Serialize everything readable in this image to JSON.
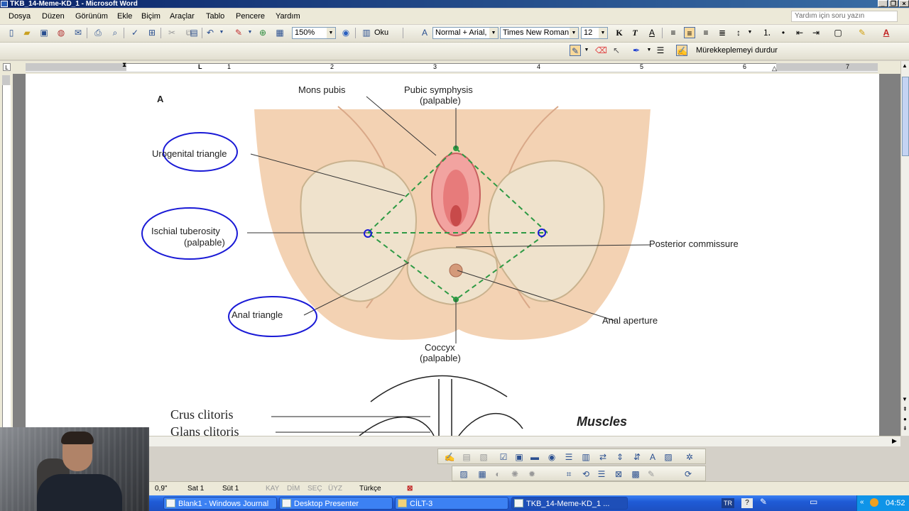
{
  "window": {
    "title": "TKB_14-Meme-KD_1 - Microsoft Word"
  },
  "menu": {
    "items": [
      "Dosya",
      "Düzen",
      "Görünüm",
      "Ekle",
      "Biçim",
      "Araçlar",
      "Tablo",
      "Pencere",
      "Yardım"
    ],
    "help_placeholder": "Yardım için soru yazın"
  },
  "toolbar": {
    "zoom": "150%",
    "read_label": "Oku",
    "style": "Normal + Arial,",
    "font": "Times New Roman",
    "size": "12",
    "bold": "K",
    "italic": "T",
    "font_color": "A"
  },
  "ink_toolbar": {
    "stop_label": "Mürekkeplemeyi durdur"
  },
  "ruler": {
    "numbers": [
      "1",
      "2",
      "3",
      "4",
      "5",
      "6",
      "7"
    ]
  },
  "figure": {
    "panel_letter": "A",
    "labels": {
      "mons_pubis": "Mons pubis",
      "pubic_symphysis": "Pubic symphysis",
      "pubic_symphysis_note": "(palpable)",
      "urogenital": "Urogenital triangle",
      "ischial": "Ischial tuberosity",
      "ischial_note": "(palpable)",
      "posterior": "Posterior commissure",
      "anal_triangle": "Anal triangle",
      "anal_aperture": "Anal aperture",
      "coccyx": "Coccyx",
      "coccyx_note": "(palpable)",
      "crus": "Crus clitoris",
      "glans": "Glans clitoris",
      "muscles": "Muscles"
    },
    "colors": {
      "skin": "#f3d2b3",
      "bone": "#efe2cc",
      "dashed": "#2e9a44",
      "ink": "#1a1ad6"
    }
  },
  "status": {
    "position": "0,9\"",
    "line": "Sat 1",
    "column": "Süt 1",
    "rec": "KAY",
    "trk": "DİM",
    "ext": "SEÇ",
    "ovr": "ÜYZ",
    "language": "Türkçe"
  },
  "taskbar": {
    "tasks": [
      "Blank1 - Windows Journal",
      "Desktop Presenter",
      "CİLT-3",
      "TKB_14-Meme-KD_1 ..."
    ],
    "lang": "TR",
    "time": "04:52"
  }
}
